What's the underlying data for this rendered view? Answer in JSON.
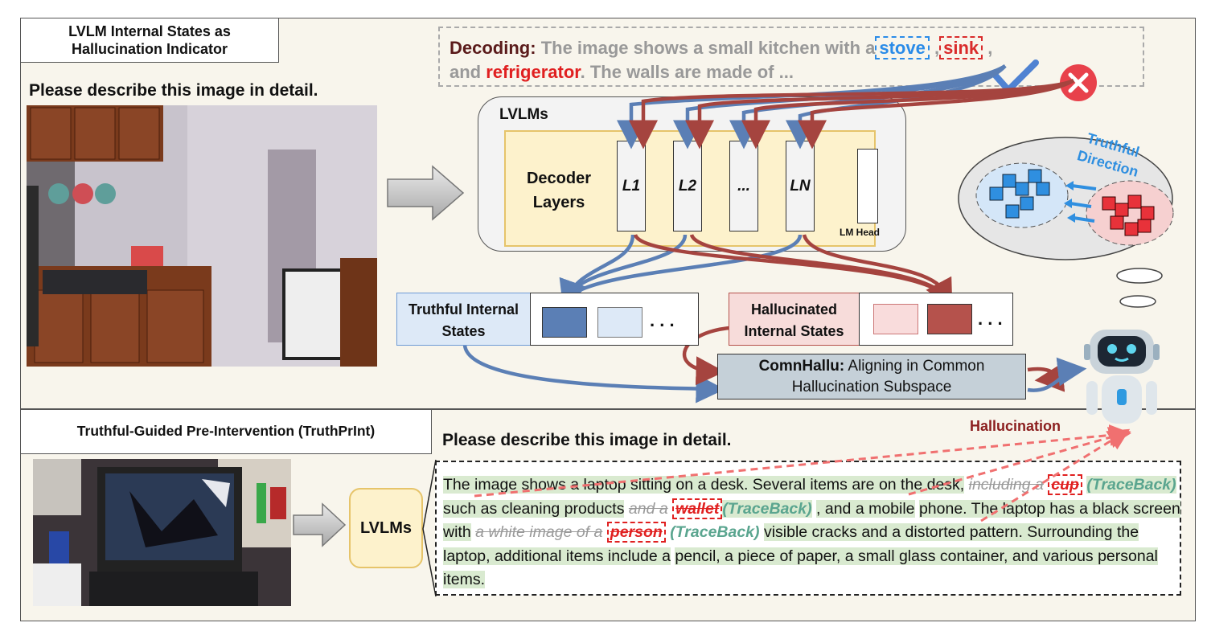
{
  "top_panel": {
    "title": "LVLM Internal States as Hallucination Indicator",
    "prompt": "Please describe this image in detail.",
    "decoding": {
      "label": "Decoding:",
      "text1": "The image shows a small kitchen with a",
      "word_correct": "stove",
      "comma1": ",",
      "word_wrong": "sink",
      "comma2": ",",
      "text2": "and",
      "word_red": "refrigerator",
      "text3": ". The walls are made of ..."
    },
    "model": {
      "title": "LVLMs",
      "decoder_label": "Decoder Layers",
      "layers": [
        "L1",
        "L2",
        "...",
        "LN"
      ],
      "lm_head": "LM Head"
    },
    "truthful_states": "Truthful Internal States",
    "hallucinated_states": "Hallucinated Internal States",
    "dots": ". . .",
    "comnhallu_bold": "ComnHallu:",
    "comnhallu_text": "Aligning in Common Hallucination Subspace",
    "truthful_direction": "Truthful Direction",
    "colors": {
      "truthful": "#5b7fb5",
      "hallucinated": "#b5524c",
      "accent_blue": "#2a8be8",
      "accent_red": "#e02020"
    }
  },
  "bottom_panel": {
    "title": "Truthful-Guided Pre-Intervention (TruthPrInt)",
    "prompt": "Please describe this image in detail.",
    "lvlms_label": "LVLMs",
    "hallucination_label": "Hallucination",
    "answer": {
      "s1": "The image shows a laptop sitting on a desk. Several items are on the desk,",
      "strike1": "including a",
      "hall1": "cup",
      "trace1": "(TraceBack)",
      "s2": "such as cleaning products",
      "strike2": "and a",
      "hall2": "wallet",
      "trace2": "(TraceBack)",
      "s3": ", and a mobile",
      "s4": "phone. The laptop has a black screen with",
      "strike3": "a white image of a",
      "hall3": "person",
      "trace3": "(TraceBack)",
      "s5": "visible cracks and a distorted pattern. Surrounding the laptop, additional items include a",
      "s6": "pencil, a piece of paper, a small glass container, and various personal items."
    }
  }
}
